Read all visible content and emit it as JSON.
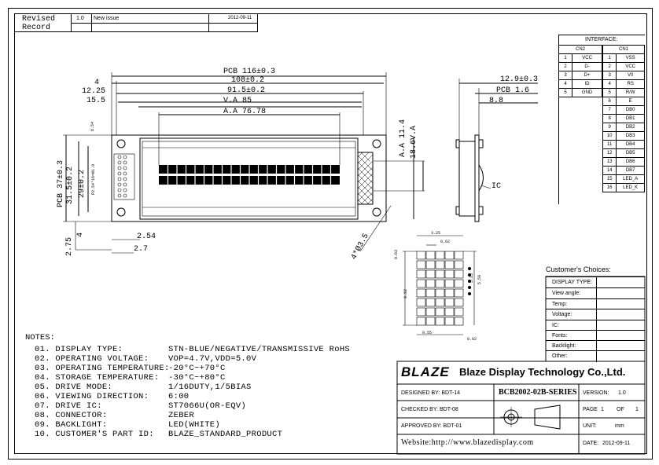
{
  "revision": {
    "label": "Revised Record",
    "rev": "1.0",
    "desc": "New issue",
    "date": "2012-09-11"
  },
  "dimensions": {
    "pcb_w": "PCB 116±0.3",
    "w108": "108±0.2",
    "w915": "91.5±0.2",
    "va": "V.A 85",
    "aa": "A.A 76.78",
    "d4": "4",
    "d1225": "12.25",
    "d155": "15.5",
    "pcb_h": "PCB 37±0.3",
    "h315": "31.5±0.2",
    "h29": "29±0.2",
    "aa_h": "A.A 11.4",
    "va_h": "18.6V.A",
    "d275": "2.75",
    "d4b": "4",
    "d254": "2.54",
    "d27": "2.7",
    "hole": "4*Ø3.5",
    "side_129": "12.9±0.3",
    "side_pcb": "PCB 1.6",
    "side_88": "8.8",
    "ic": "IC",
    "pin_pitch": "P2.54*16=Ø1.0",
    "pin_label": "6.54",
    "dot_top1": "3.25",
    "dot_top2": "0.62",
    "dot_side1": "0.63",
    "dot_side2": "5.25",
    "dot_side3": "5.59",
    "dot_bot1": "0.55",
    "dot_bot2": "0.62",
    "dot_left": "0.62"
  },
  "interface": {
    "title": "INTERFACE:",
    "cn2": "CN2",
    "cn1": "CN1",
    "cn2_rows": [
      [
        "1",
        "VCC"
      ],
      [
        "2",
        "D-"
      ],
      [
        "3",
        "D+"
      ],
      [
        "4",
        "ID"
      ],
      [
        "5",
        "GND"
      ]
    ],
    "cn1_rows": [
      [
        "1",
        "VSS"
      ],
      [
        "2",
        "VCC"
      ],
      [
        "3",
        "V0"
      ],
      [
        "4",
        "RS"
      ],
      [
        "5",
        "R/W"
      ],
      [
        "6",
        "E"
      ],
      [
        "7",
        "DB0"
      ],
      [
        "8",
        "DB1"
      ],
      [
        "9",
        "DB2"
      ],
      [
        "10",
        "DB3"
      ],
      [
        "11",
        "DB4"
      ],
      [
        "12",
        "DB5"
      ],
      [
        "13",
        "DB6"
      ],
      [
        "14",
        "DB7"
      ],
      [
        "15",
        "LED_A"
      ],
      [
        "16",
        "LED_K"
      ]
    ]
  },
  "choices": {
    "title": "Customer's Choices:",
    "rows": [
      "DISPLAY TYPE:",
      "View angle:",
      "Temp:",
      "Voltage:",
      "IC:",
      "Fonts:",
      "Backlight:",
      "Other:"
    ]
  },
  "notes": {
    "title": "NOTES:",
    "rows": [
      [
        "01. DISPLAY TYPE:",
        "STN-BLUE/NEGATIVE/TRANSMISSIVE RoHS"
      ],
      [
        "02. OPERATING VOLTAGE:",
        "VOP=4.7V,VDD=5.0V"
      ],
      [
        "03. OPERATING TEMPERATURE:",
        "-20°C~+70°C"
      ],
      [
        "04. STORAGE TEMPERATURE:",
        "-30°C~+80°C"
      ],
      [
        "05. DRIVE MODE:",
        "1/16DUTY,1/5BIAS"
      ],
      [
        "06. VIEWING DIRECTION:",
        "6:00"
      ],
      [
        "07. DRIVE IC:",
        "ST7066U(OR-EQV)"
      ],
      [
        "08. CONNECTOR:",
        "ZEBER"
      ],
      [
        "09. BACKLIGHT:",
        "LED(WHITE)"
      ],
      [
        "10. CUSTOMER'S PART ID:",
        "BLAZE_STANDARD_PRODUCT"
      ]
    ]
  },
  "title_block": {
    "logo": "BLAZE",
    "company": "Blaze Display Technology Co.,Ltd.",
    "designed_by": "DESIGNED BY: BDT-14",
    "checked_by": "CHECKED BY: BDT-08",
    "approved_by": "APPROVED BY: BDT-01",
    "part": "BCB2002-02B-SERIES",
    "version_label": "VERSION:",
    "version": "1.0",
    "page_label": "PAGE",
    "page": "1",
    "of_label": "OF",
    "pages": "1",
    "unit_label": "UNIT:",
    "unit": "mm",
    "date_label": "DATE:",
    "date": "2012-09-11",
    "website": "Website:http://www.blazedisplay.com"
  }
}
